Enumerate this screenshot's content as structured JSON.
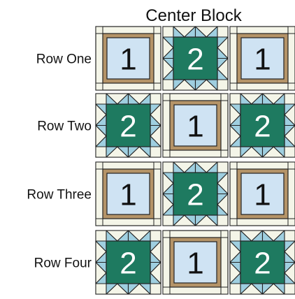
{
  "title": "Center Block",
  "rows": [
    {
      "label": "Row One",
      "blocks": [
        "1",
        "2",
        "1"
      ]
    },
    {
      "label": "Row Two",
      "blocks": [
        "2",
        "1",
        "2"
      ]
    },
    {
      "label": "Row Three",
      "blocks": [
        "1",
        "2",
        "1"
      ]
    },
    {
      "label": "Row Four",
      "blocks": [
        "2",
        "1",
        "2"
      ]
    }
  ],
  "colors": {
    "outline": "#222222",
    "background_cream": "#f4f5e8",
    "frame_tan": "#b59468",
    "center_light_blue": "#cfe3f3",
    "star_green": "#1e7a60",
    "star_point_blue": "#9fcfe0",
    "number_dark": "#111111",
    "number_light": "#ffffff"
  },
  "block_types": {
    "1": "framed-square",
    "2": "star"
  }
}
